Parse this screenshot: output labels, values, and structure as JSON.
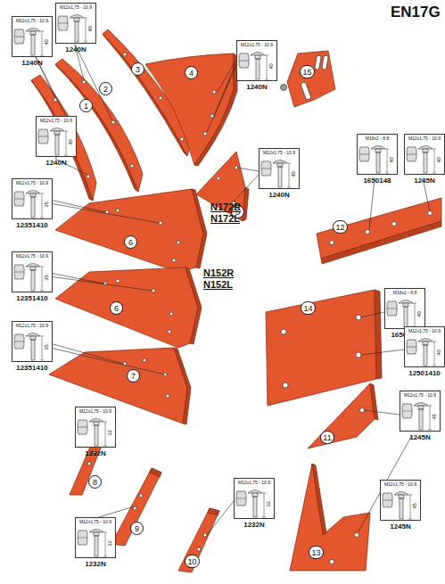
{
  "diagram": {
    "title": "EN17G",
    "nodes": [
      {
        "text": [
          "M12x1,75 - 10.9",
          "40",
          "1240N"
        ]
      },
      {
        "text": [
          "M12x1,75 - 10.9",
          "40",
          "1240N"
        ]
      },
      {
        "text": [
          "M12x1,75 - 10.9",
          "40",
          "1240N"
        ]
      },
      {
        "text": [
          "15"
        ]
      },
      {
        "text": [
          "3"
        ]
      },
      {
        "text": [
          "4"
        ]
      },
      {
        "text": [
          "2"
        ]
      },
      {
        "text": [
          "1"
        ]
      },
      {
        "text": [
          "M12x1,75 - 10.9",
          "40",
          "1240N"
        ]
      },
      {
        "text": [
          "M16x2 - 8.8",
          "40",
          "1650148"
        ]
      },
      {
        "text": [
          "M12x1,75 - 10.9",
          "40",
          "1245N"
        ]
      },
      {
        "text": [
          "M12x1,75 - 10.9",
          "40",
          "1240N"
        ]
      },
      {
        "text": [
          "M12x1,75 - 10.9",
          "35",
          "12351410"
        ]
      },
      {
        "text": [
          "5"
        ]
      },
      {
        "text": [
          "12"
        ]
      },
      {
        "text": [
          "6"
        ]
      },
      {
        "text": [
          "M12x1,75 - 10.9",
          "35",
          "12351410"
        ]
      },
      {
        "text": [
          "M16x2 - 8.8",
          "40",
          "1650148"
        ]
      },
      {
        "text": [
          "14"
        ]
      },
      {
        "text": [
          "6"
        ]
      },
      {
        "text": [
          "M12x1,75 - 10.9",
          "35",
          "12351410"
        ]
      },
      {
        "text": [
          "M12x1,75 - 10.9",
          "40",
          "12501410"
        ]
      },
      {
        "text": [
          "7"
        ]
      },
      {
        "text": [
          "M12x1,75 - 10.9",
          "45",
          "1245N"
        ]
      },
      {
        "text": [
          "M12x1,75 - 10.9",
          "32",
          "1232N"
        ]
      },
      {
        "text": [
          "11"
        ]
      },
      {
        "text": [
          "8"
        ]
      },
      {
        "text": [
          "M12x1,75 - 10.9",
          "32",
          "1232N"
        ]
      },
      {
        "text": [
          "M12x1,75 - 10.9",
          "45",
          "1245N"
        ]
      },
      {
        "text": [
          "M12x1,75 - 10.9",
          "32",
          "1232N"
        ]
      },
      {
        "text": [
          "9"
        ]
      },
      {
        "text": [
          "13"
        ]
      },
      {
        "text": [
          "10"
        ]
      }
    ],
    "labels": [
      "N172R",
      "N172L",
      "N152R",
      "N152L"
    ]
  }
}
